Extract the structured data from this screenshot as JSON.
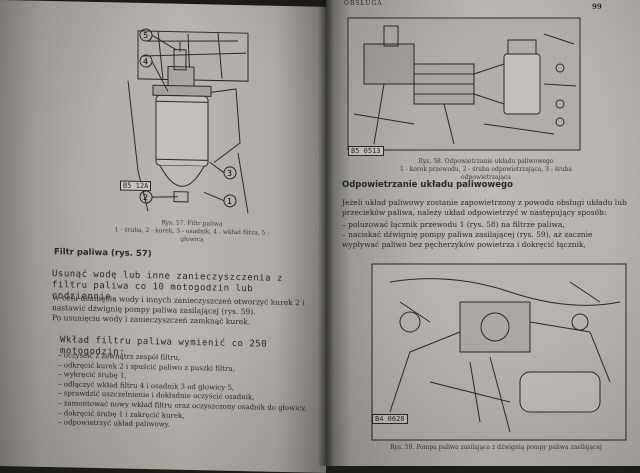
{
  "left_page": {
    "figure57": {
      "tag": "B5 12A",
      "callouts": [
        "5",
        "4",
        "3",
        "2",
        "1"
      ],
      "caption_title": "Rys. 57. Filtr paliwa",
      "caption_text": "1 - śruba, 2 - korek, 3 - osadnik, 4 - wkład filtra, 5 - głowica"
    },
    "section_heading": "Filtr paliwa (rys. 57)",
    "para_big": "Usunąć wodę lub inne zanieczyszczenia z filtru paliwa co 10 motogodzin lub codziennie.",
    "para_1": "W celu usunięcia wody i innych zanieczyszczeń otworzyć kurek 2 i nastawić dźwignię pompy paliwa zasilającej (rys. 59).",
    "para_2": "Po usunięciu wody i zanieczyszczeń zamknąć kurek.",
    "para_big2": "Wkład filtru paliwa wymienić co 250 motogodzin:",
    "steps": [
      "oczyścić z zewnątrz zespół filtru,",
      "odkręcić kurek 2 i spuścić paliwo z puszki filtru,",
      "wykręcić śrubę 1,",
      "odłączyć wkład filtru 4 i osadnik 3 od głowicy 5,",
      "sprawdzić uszczelnienie i dokładnie oczyścić osadnik,",
      "zamontować nowy wkład filtru oraz oczyszczony osadnik do głowicy,",
      "dokręcić śrubę 1 i zakręcić kurek,",
      "odpowietrzyć układ paliwowy."
    ]
  },
  "right_page": {
    "header": "OBSŁUGA",
    "page_number": "99",
    "figure58": {
      "tag": "B5 0513",
      "caption_title": "Rys. 58. Odpowietrzanie układu paliwowego",
      "caption_text": "1 - korek przewodu, 2 - śruba odpowietrzająca, 3 - śruba odpowietrzająca"
    },
    "section_heading": "Odpowietrzanie układu paliwowego",
    "para_1": "Jeżeli układ paliwowy zostanie zapowietrzony z powodu obsługi układu lub przecieków paliwa, należy układ odpowietrzyć w następujący sposób:",
    "steps": [
      "poluzować łącznik przewodu 1 (rys. 58) na filtrze paliwa,",
      "naciskać dźwignię pompy paliwa zasilającej (rys. 59), aż zacznie wypływać paliwo bez pęcherzyków powietrza i dokręcić łącznik,"
    ],
    "figure59": {
      "tag": "B4 0628",
      "caption_title": "Rys. 59. Pompa paliwa zasilająca z dźwignią pompy paliwa zasilającej"
    }
  }
}
